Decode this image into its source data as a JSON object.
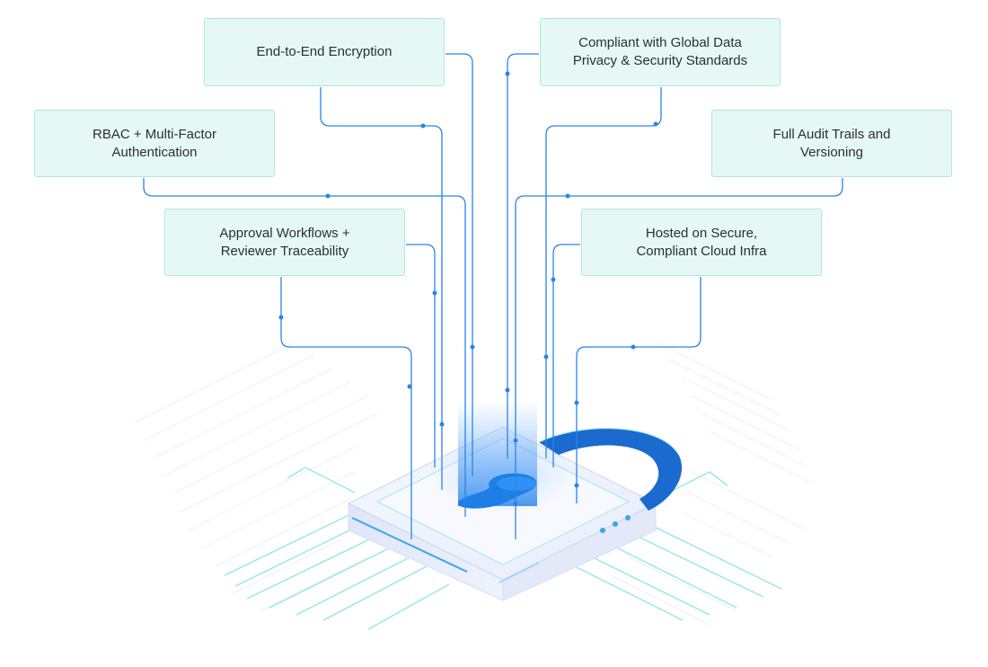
{
  "features": {
    "encryption": {
      "label": "End-to-End Encryption"
    },
    "compliance": {
      "label": "Compliant with Global Data\nPrivacy & Security Standards"
    },
    "rbac": {
      "label": "RBAC + Multi-Factor\nAuthentication"
    },
    "audit": {
      "label": "Full Audit Trails and\nVersioning"
    },
    "approval": {
      "label": "Approval Workflows +\nReviewer Traceability"
    },
    "hosted": {
      "label": "Hosted on Secure,\nCompliant Cloud Infra"
    }
  },
  "colors": {
    "box_fill": "#e6f8f5",
    "box_border": "#b3e6df",
    "connector": "#2b83e8",
    "lock_shackle": "#1a6ad0",
    "circuit": "#7fe3ea"
  },
  "icons": {
    "illustration": "padlock-icon"
  }
}
